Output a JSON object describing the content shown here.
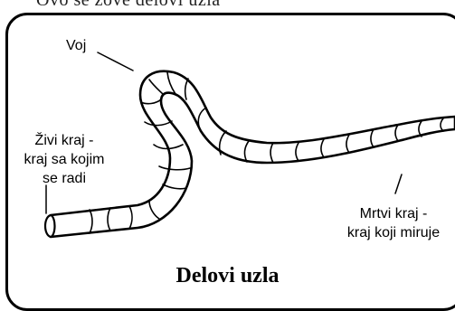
{
  "top_text": "Ovo se zove delovi uzla",
  "labels": {
    "voj": "Voj",
    "zivi_kraj_1": "Živi kraj -",
    "zivi_kraj_2": "kraj sa kojim",
    "zivi_kraj_3": "se radi",
    "mrtvi_kraj_1": "Mrtvi kraj -",
    "mrtvi_kraj_2": "kraj koji miruje"
  },
  "caption": "Delovi uzla"
}
